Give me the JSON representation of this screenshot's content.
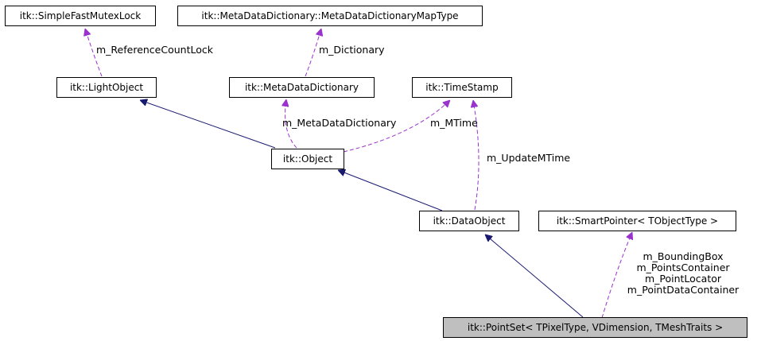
{
  "colors": {
    "inheritance": "#191970",
    "member": "#9a32cd",
    "focus_fill": "#bfbfbf",
    "node_border": "#000000"
  },
  "nodes": {
    "simple_fast_mutex_lock": "itk::SimpleFastMutexLock",
    "meta_data_dictionary_map_type": "itk::MetaDataDictionary::MetaDataDictionaryMapType",
    "light_object": "itk::LightObject",
    "meta_data_dictionary": "itk::MetaDataDictionary",
    "time_stamp": "itk::TimeStamp",
    "object": "itk::Object",
    "data_object": "itk::DataObject",
    "smart_pointer": "itk::SmartPointer< TObjectType >",
    "point_set": "itk::PointSet< TPixelType, VDimension, TMeshTraits >"
  },
  "edge_labels": {
    "reference_count_lock": "m_ReferenceCountLock",
    "dictionary": "m_Dictionary",
    "meta_data_dictionary": "m_MetaDataDictionary",
    "mtime": "m_MTime",
    "update_mtime": "m_UpdateMTime",
    "smart_pointer_members": [
      "m_BoundingBox",
      "m_PointsContainer",
      "m_PointLocator",
      "m_PointDataContainer"
    ]
  }
}
